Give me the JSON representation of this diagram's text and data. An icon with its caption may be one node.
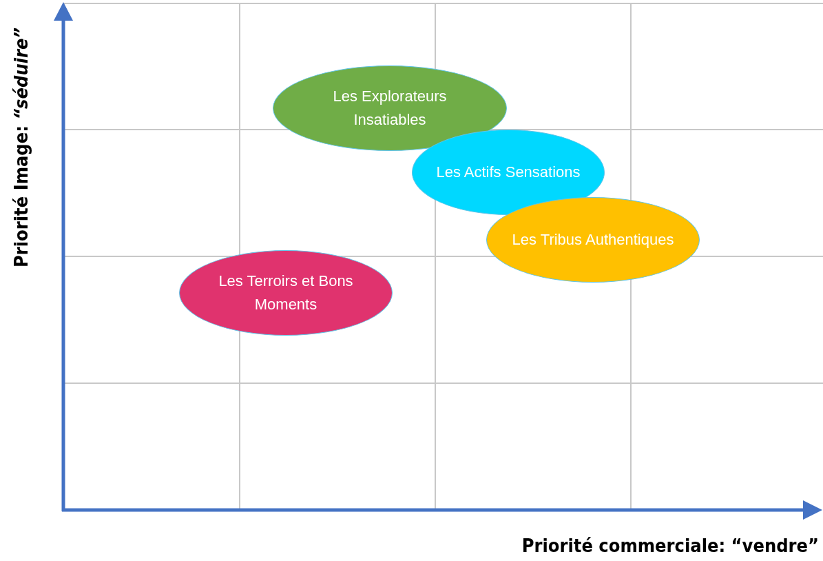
{
  "diagram": {
    "nodes": [
      {
        "text": [
          "Les Explorateurs Insatiables"
        ]
      },
      {
        "text": [
          "Les Actifs Sensations"
        ]
      },
      {
        "text": [
          "Les Tribus Authentiques"
        ]
      },
      {
        "text": [
          "Les Terroirs et Bons Moments"
        ]
      }
    ],
    "labels": [
      "Priorité Image: *“séduire”*",
      "Priorité commerciale: “vendre”"
    ]
  }
}
